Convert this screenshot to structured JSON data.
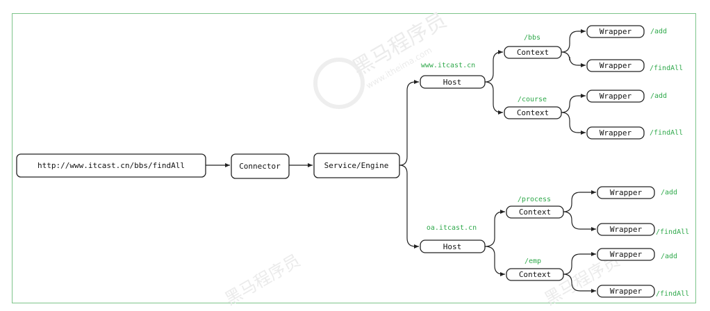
{
  "colors": {
    "frame_border": "#7cc48a",
    "label_green": "#2ea84a",
    "node_stroke": "#222222"
  },
  "watermark": {
    "text": "黑马程序员",
    "subtext": "www.itheima.com"
  },
  "nodes": {
    "url": "http://www.itcast.cn/bbs/findAll",
    "connector": "Connector",
    "engine": "Service/Engine",
    "host1": "Host",
    "host1_label": "www.itcast.cn",
    "host2": "Host",
    "host2_label": "oa.itcast.cn",
    "ctx_bbs": "Context",
    "ctx_bbs_label": "/bbs",
    "ctx_course": "Context",
    "ctx_course_label": "/course",
    "ctx_process": "Context",
    "ctx_process_label": "/process",
    "ctx_emp": "Context",
    "ctx_emp_label": "/emp",
    "w_bbs_add": "Wrapper",
    "w_bbs_add_label": "/add",
    "w_bbs_find": "Wrapper",
    "w_bbs_find_label": "/findAll",
    "w_course_add": "Wrapper",
    "w_course_add_label": "/add",
    "w_course_find": "Wrapper",
    "w_course_find_label": "/findAll",
    "w_process_add": "Wrapper",
    "w_process_add_label": "/add",
    "w_process_find": "Wrapper",
    "w_process_find_label": "/findAll",
    "w_emp_add": "Wrapper",
    "w_emp_add_label": "/add",
    "w_emp_find": "Wrapper",
    "w_emp_find_label": "/findAll"
  }
}
